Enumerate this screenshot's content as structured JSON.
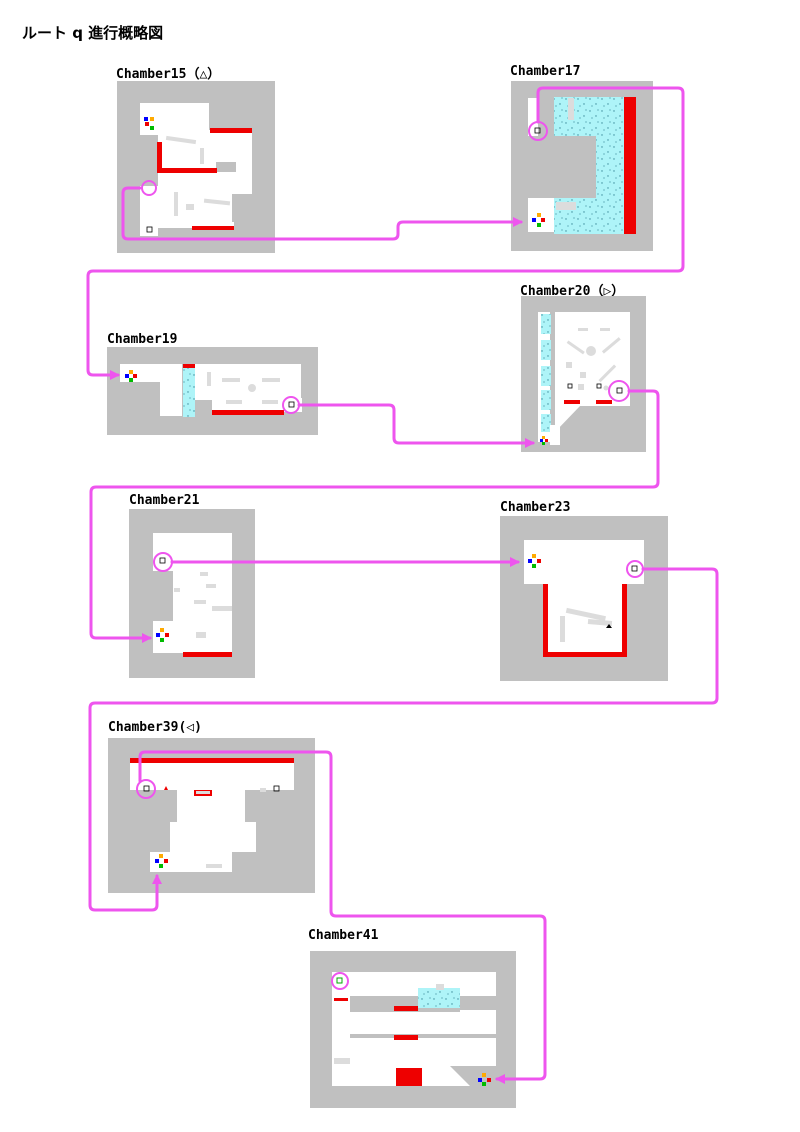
{
  "title": "ルート q 進行概略図",
  "chambers": [
    {
      "id": "c15",
      "label": "Chamber15（△）"
    },
    {
      "id": "c17",
      "label": "Chamber17"
    },
    {
      "id": "c19",
      "label": "Chamber19"
    },
    {
      "id": "c20",
      "label": "Chamber20（▷）"
    },
    {
      "id": "c21",
      "label": "Chamber21"
    },
    {
      "id": "c23",
      "label": "Chamber23"
    },
    {
      "id": "c39",
      "label": "Chamber39(◁)"
    },
    {
      "id": "c41",
      "label": "Chamber41"
    }
  ],
  "colors": {
    "wall": "#c0c0c0",
    "floor": "#ffffff",
    "hazard": "#ee0000",
    "water": "#aef4f8",
    "route": "#ee55ee",
    "fixture": "#dcdcdc"
  }
}
